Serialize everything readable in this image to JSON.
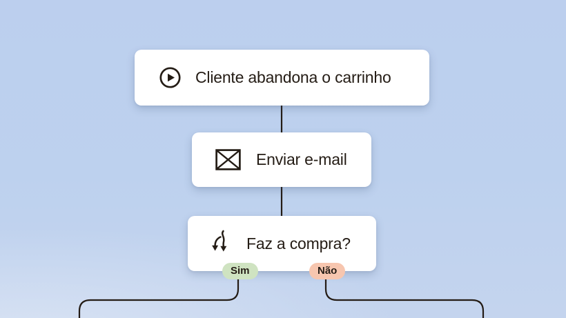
{
  "flowchart": {
    "nodes": [
      {
        "id": "trigger",
        "icon": "play-icon",
        "label": "Cliente abandona o carrinho"
      },
      {
        "id": "action",
        "icon": "envelope-icon",
        "label": "Enviar e-mail"
      },
      {
        "id": "decision",
        "icon": "branch-icon",
        "label": "Faz a compra?"
      }
    ],
    "branches": [
      {
        "label": "Sim",
        "color": "#cfe3c1"
      },
      {
        "label": "Não",
        "color": "#f7c6af"
      }
    ],
    "colors": {
      "background_top": "#bdd1ee",
      "background_bottom": "#c4d4ee",
      "card": "#ffffff",
      "text": "#241c15",
      "line": "#241c15"
    }
  }
}
